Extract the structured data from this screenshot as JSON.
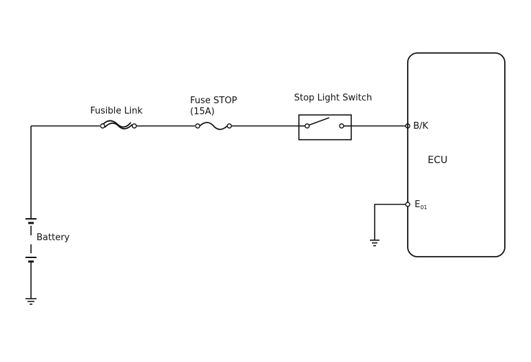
{
  "labels": {
    "fusible_link": "Fusible Link",
    "fuse_line1": "Fuse STOP",
    "fuse_line2": "(15A)",
    "stop_light_switch": "Stop Light Switch",
    "battery": "Battery",
    "ecu": "ECU",
    "bk_terminal": "B/K",
    "e01_main": "E",
    "e01_sub": "01"
  },
  "colors": {
    "line": "#111111",
    "background": "#ffffff"
  }
}
